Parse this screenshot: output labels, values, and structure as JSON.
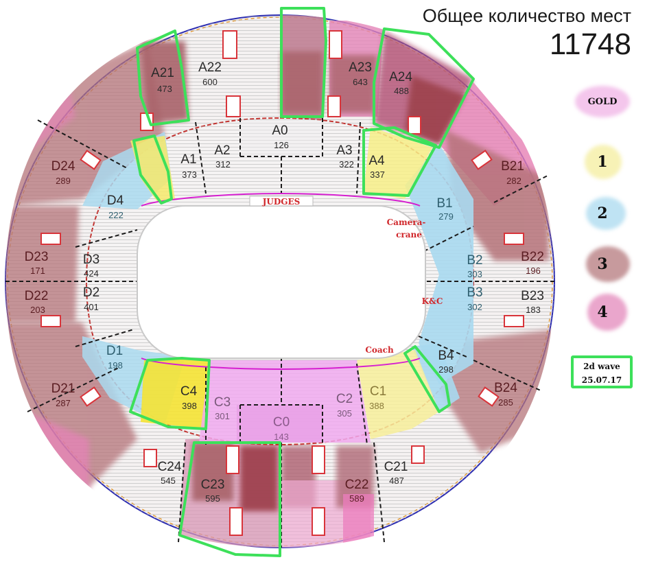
{
  "header": {
    "title": "Общее количество мест",
    "total_seats": "11748"
  },
  "legend": {
    "items": [
      {
        "label": "GOLD",
        "color": "#f4c6ec"
      },
      {
        "label": "1",
        "color": "#f7f2b6"
      },
      {
        "label": "2",
        "color": "#bfe3f3"
      },
      {
        "label": "3",
        "color": "#c79a9d"
      },
      {
        "label": "4",
        "color": "#eaa6cc"
      }
    ],
    "wave_box": {
      "line1": "2d wave",
      "line2": "25.07.17",
      "border_color": "#3de05a"
    }
  },
  "arena": {
    "annotations": {
      "judges": "JUDGES",
      "camera_crane_1": "Camera-",
      "camera_crane_2": "crane",
      "kiss_and_cry": "K&C",
      "coach": "Coach"
    },
    "sections": {
      "A21": {
        "name": "A21",
        "seats": "473"
      },
      "A22": {
        "name": "A22",
        "seats": "600"
      },
      "A23": {
        "name": "A23",
        "seats": "643"
      },
      "A24": {
        "name": "A24",
        "seats": "488"
      },
      "A0": {
        "name": "A0",
        "seats": "126"
      },
      "A1": {
        "name": "A1",
        "seats": "373"
      },
      "A2": {
        "name": "A2",
        "seats": "312"
      },
      "A3": {
        "name": "A3",
        "seats": "322"
      },
      "A4": {
        "name": "A4",
        "seats": "337"
      },
      "B1": {
        "name": "B1",
        "seats": "279"
      },
      "B2": {
        "name": "B2",
        "seats": "303"
      },
      "B3": {
        "name": "B3",
        "seats": "302"
      },
      "B4": {
        "name": "B4",
        "seats": "298"
      },
      "B21": {
        "name": "B21",
        "seats": "282"
      },
      "B22": {
        "name": "B22",
        "seats": "196"
      },
      "B23": {
        "name": "B23",
        "seats": "183"
      },
      "B24": {
        "name": "B24",
        "seats": "285"
      },
      "C0": {
        "name": "C0",
        "seats": "143"
      },
      "C1": {
        "name": "C1",
        "seats": "388"
      },
      "C2": {
        "name": "C2",
        "seats": "305"
      },
      "C3": {
        "name": "C3",
        "seats": "301"
      },
      "C4": {
        "name": "C4",
        "seats": "398"
      },
      "C21": {
        "name": "C21",
        "seats": "487"
      },
      "C22": {
        "name": "C22",
        "seats": "589"
      },
      "C23": {
        "name": "C23",
        "seats": "595"
      },
      "C24": {
        "name": "C24",
        "seats": "545"
      },
      "D1": {
        "name": "D1",
        "seats": "198"
      },
      "D2": {
        "name": "D2",
        "seats": "401"
      },
      "D3": {
        "name": "D3",
        "seats": "424"
      },
      "D4": {
        "name": "D4",
        "seats": "222"
      },
      "D21": {
        "name": "D21",
        "seats": "287"
      },
      "D22": {
        "name": "D22",
        "seats": "203"
      },
      "D23": {
        "name": "D23",
        "seats": "171"
      },
      "D24": {
        "name": "D24",
        "seats": "289"
      }
    }
  }
}
